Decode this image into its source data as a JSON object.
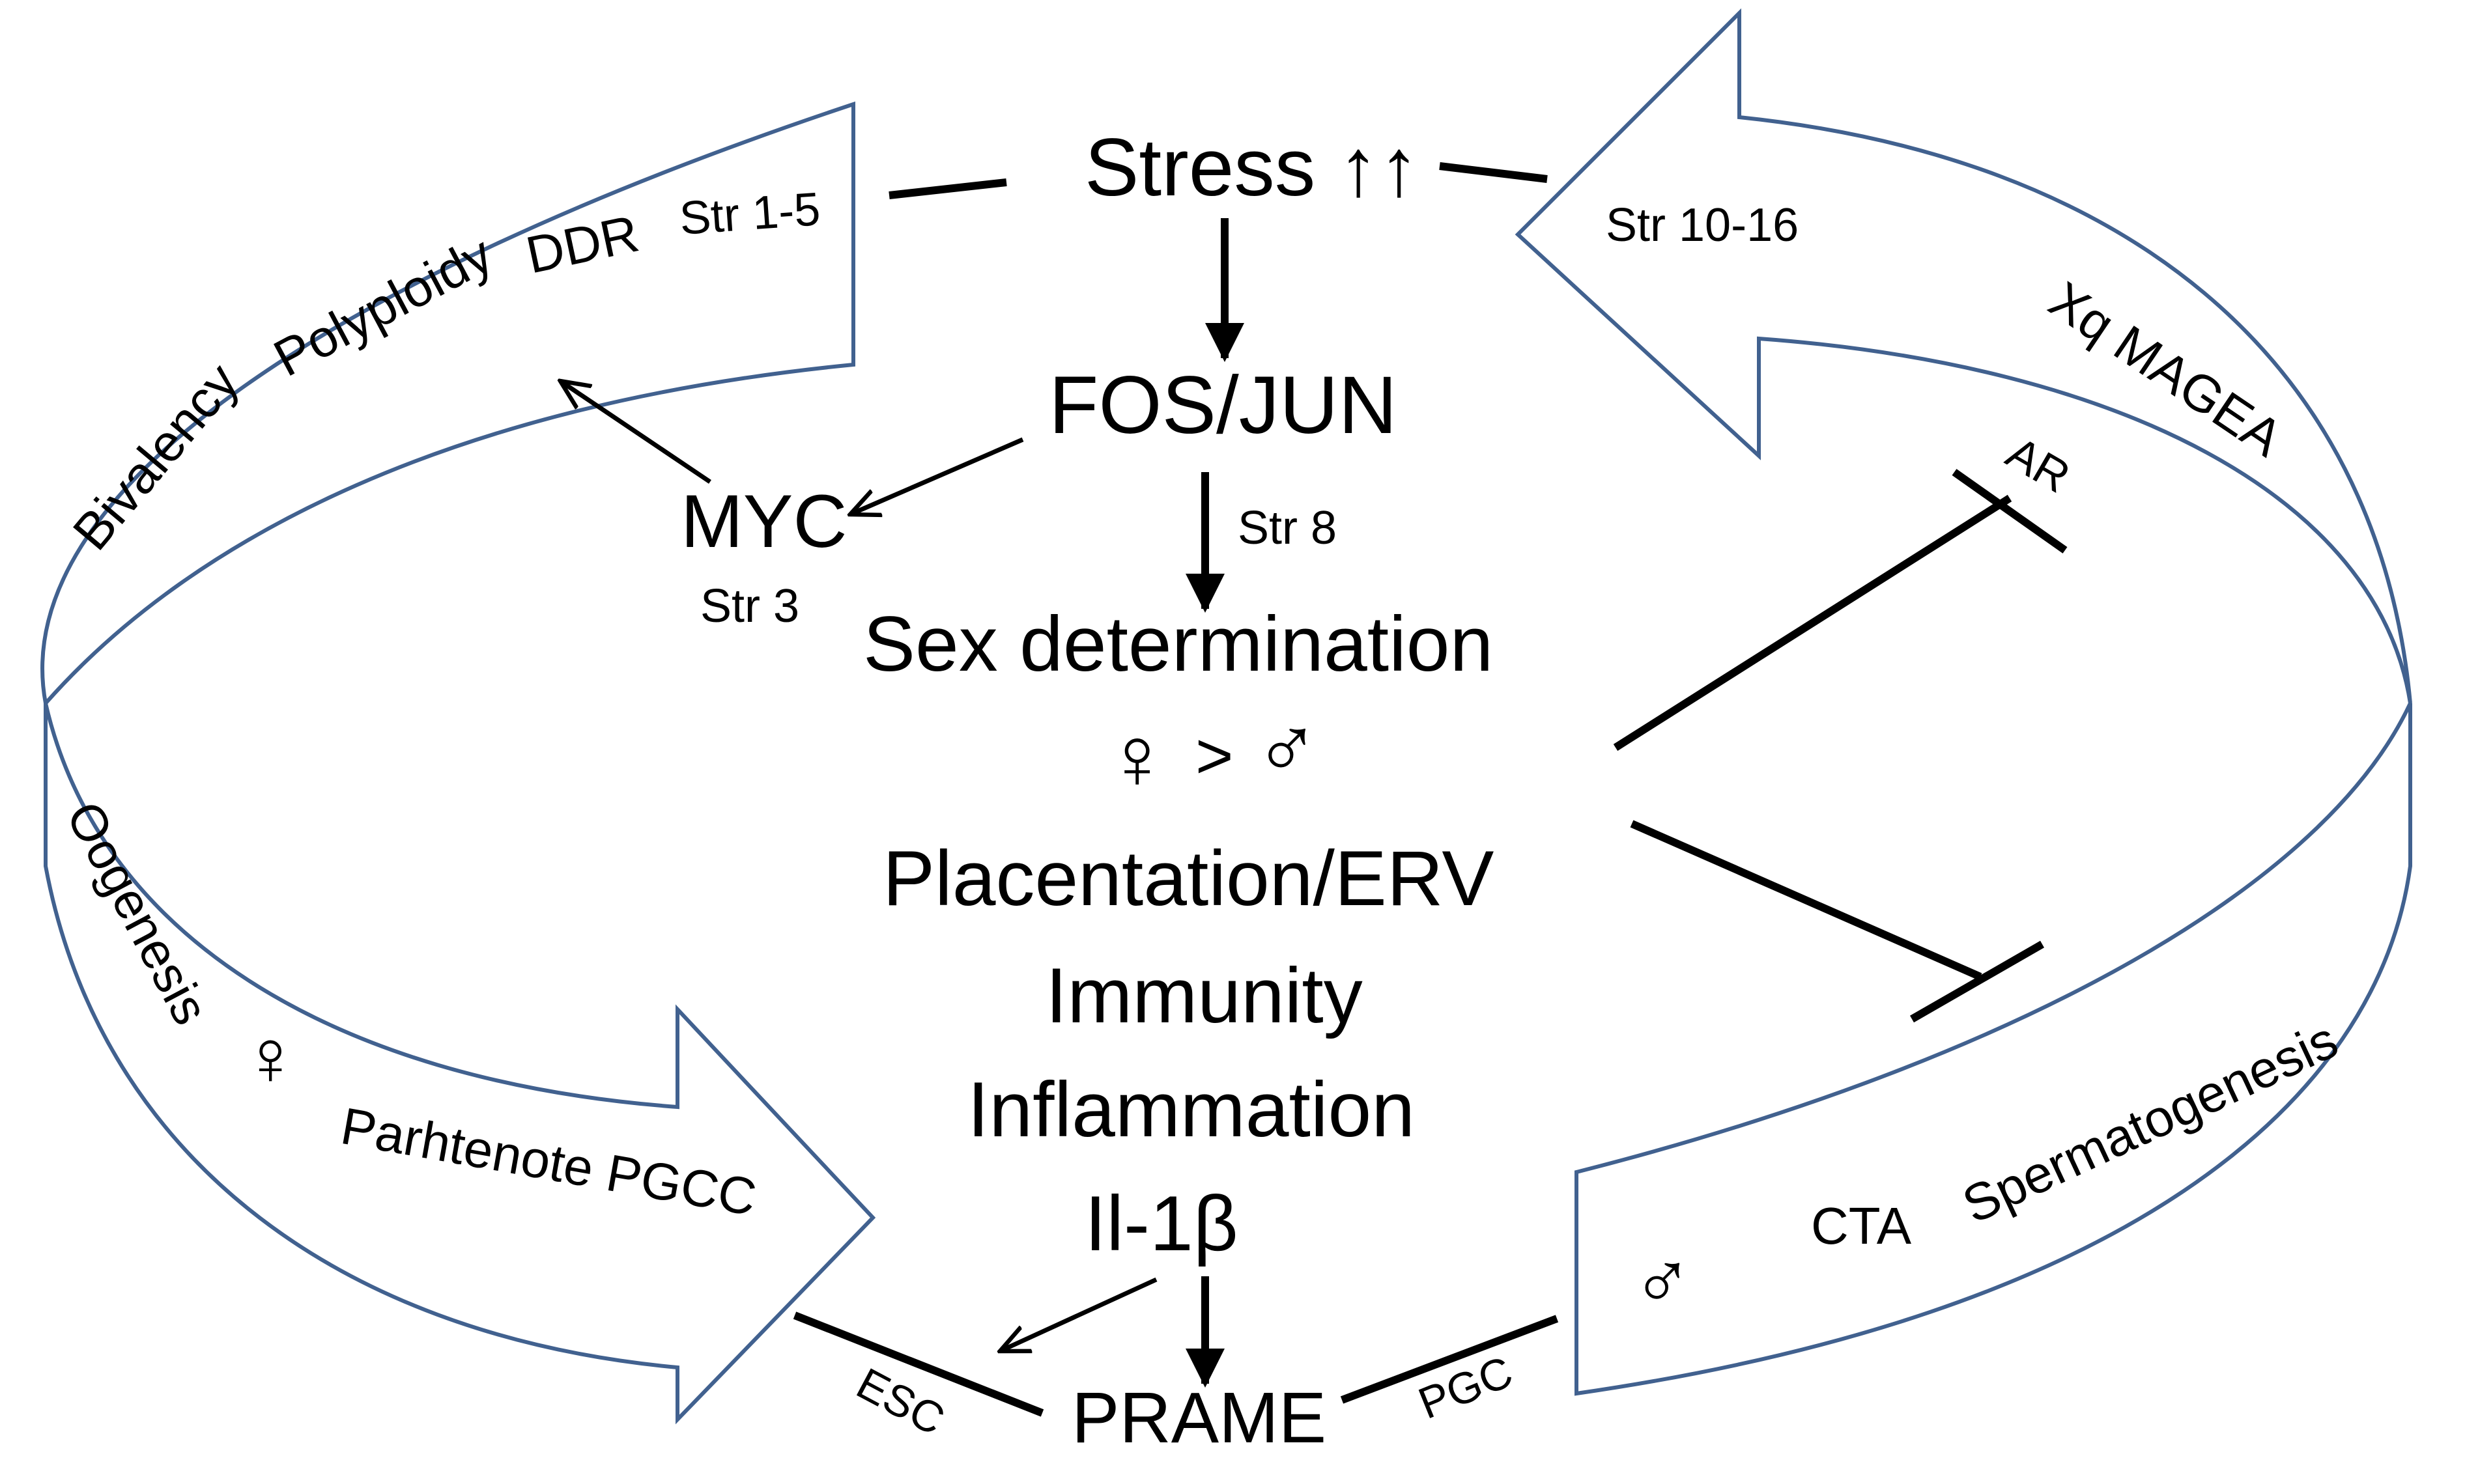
{
  "center": {
    "stress": "Stress ↑↑",
    "fos_jun": "FOS/JUN",
    "myc": "MYC",
    "myc_str": "Str 3",
    "str8": "Str 8",
    "sex_determination": "Sex determination",
    "female_symbol": "♀",
    "gt": ">",
    "male_symbol": "♂",
    "placentation": "Placentation/ERV",
    "immunity": "Immunity",
    "inflammation": "Inflammation",
    "il1b": "Il-1β",
    "prame": "PRAME"
  },
  "top_left_band": {
    "bivalency": "Bivalency",
    "polyploidy": "Polyploidy",
    "ddr": "DDR",
    "str": "Str 1-5"
  },
  "top_right_band": {
    "str": "Str 10-16",
    "xq": "Xq MAGEA",
    "ar": "AR"
  },
  "bottom_left_band": {
    "oogenesis": "Oogenesis",
    "female_symbol": "♀",
    "parthenote": "Parhtenote PGCC",
    "esc": "ESC"
  },
  "bottom_right_band": {
    "male_symbol": "♂",
    "cta": "CTA",
    "spermatogenesis": "Spermatogenesis",
    "pgc": "PGC"
  },
  "colors": {
    "band_outline": "#41618f",
    "text": "#000000",
    "background": "#ffffff"
  }
}
